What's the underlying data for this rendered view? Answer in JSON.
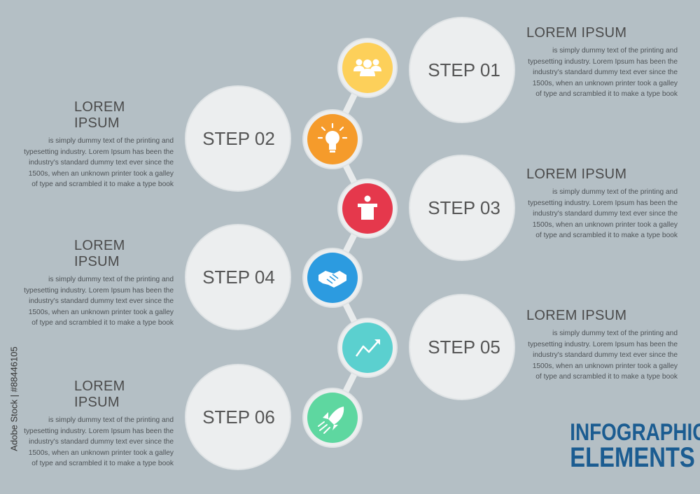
{
  "steps": [
    {
      "label": "STEP 01",
      "heading": "LOREM IPSUM",
      "color": "#fdd05a",
      "icon": "people-group-icon",
      "text": [
        "is simply dummy text of the printing and",
        "typesetting industry. Lorem Ipsum has been the",
        "industry's standard dummy text ever since the",
        "1500s, when an unknown printer took a galley",
        "of type and scrambled it to make a type book"
      ]
    },
    {
      "label": "STEP 02",
      "heading": "LOREM IPSUM",
      "color": "#f59b2b",
      "icon": "lightbulb-icon",
      "text": [
        "is simply dummy text of the printing and",
        "typesetting industry. Lorem Ipsum has been the",
        "industry's standard dummy text ever since the",
        "1500s, when an unknown printer took a galley",
        "of type and scrambled it to make a type book"
      ]
    },
    {
      "label": "STEP 03",
      "heading": "LOREM IPSUM",
      "color": "#e5384c",
      "icon": "podium-icon",
      "text": [
        "is simply dummy text of the printing and",
        "typesetting industry. Lorem Ipsum has been the",
        "industry's standard dummy text ever since the",
        "1500s, when an unknown printer took a galley",
        "of type and scrambled it to make a type book"
      ]
    },
    {
      "label": "STEP 04",
      "heading": "LOREM IPSUM",
      "color": "#2c9be0",
      "icon": "handshake-icon",
      "text": [
        "is simply dummy text of the printing and",
        "typesetting industry. Lorem Ipsum has been the",
        "industry's standard dummy text ever since the",
        "1500s, when an unknown printer took a galley",
        "of type and scrambled it to make a type book"
      ]
    },
    {
      "label": "STEP 05",
      "heading": "LOREM IPSUM",
      "color": "#5bd0cf",
      "icon": "trend-chart-icon",
      "text": [
        "is simply dummy text of the printing and",
        "typesetting industry. Lorem Ipsum has been the",
        "industry's standard dummy text ever since the",
        "1500s, when an unknown printer took a galley",
        "of type and scrambled it to make a type book"
      ]
    },
    {
      "label": "STEP 06",
      "heading": "LOREM IPSUM",
      "color": "#5ed7a0",
      "icon": "rocket-icon",
      "text": [
        "is simply dummy text of the printing and",
        "typesetting industry. Lorem Ipsum has been the",
        "industry's standard dummy text ever since the",
        "1500s, when an unknown printer took a galley",
        "of type and scrambled it to make a type book"
      ]
    }
  ],
  "title": {
    "line1": "INFOGRAPHIC",
    "line2": "ELEMENTS",
    "color": "#1b5c91"
  },
  "credit": "Adobe Stock | #88446105",
  "colors": {
    "background": "#b4bfc5",
    "bubble": "#eceeef",
    "bubble_outline": "#dfe3e5",
    "connector": "#e8ebec",
    "step_text": "#555555"
  }
}
